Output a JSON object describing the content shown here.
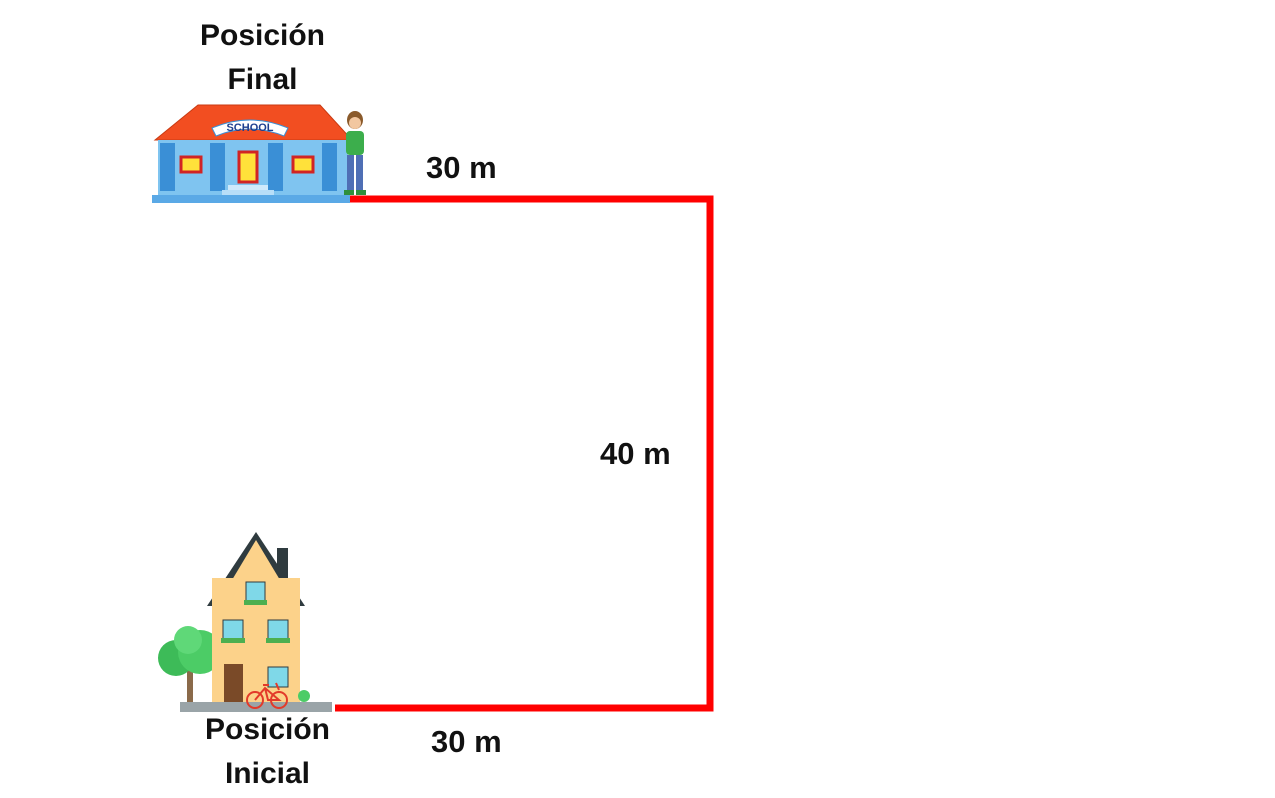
{
  "final_position": {
    "line1": "Posición",
    "line2": "Final",
    "icon": "school-icon"
  },
  "initial_position": {
    "line1": "Posición",
    "line2": "Inicial",
    "icon": "house-icon"
  },
  "school_sign": "SCHOOL",
  "path": {
    "color": "#ff0000",
    "segments": [
      {
        "label": "30 m"
      },
      {
        "label": "40 m"
      },
      {
        "label": "30 m"
      }
    ]
  }
}
